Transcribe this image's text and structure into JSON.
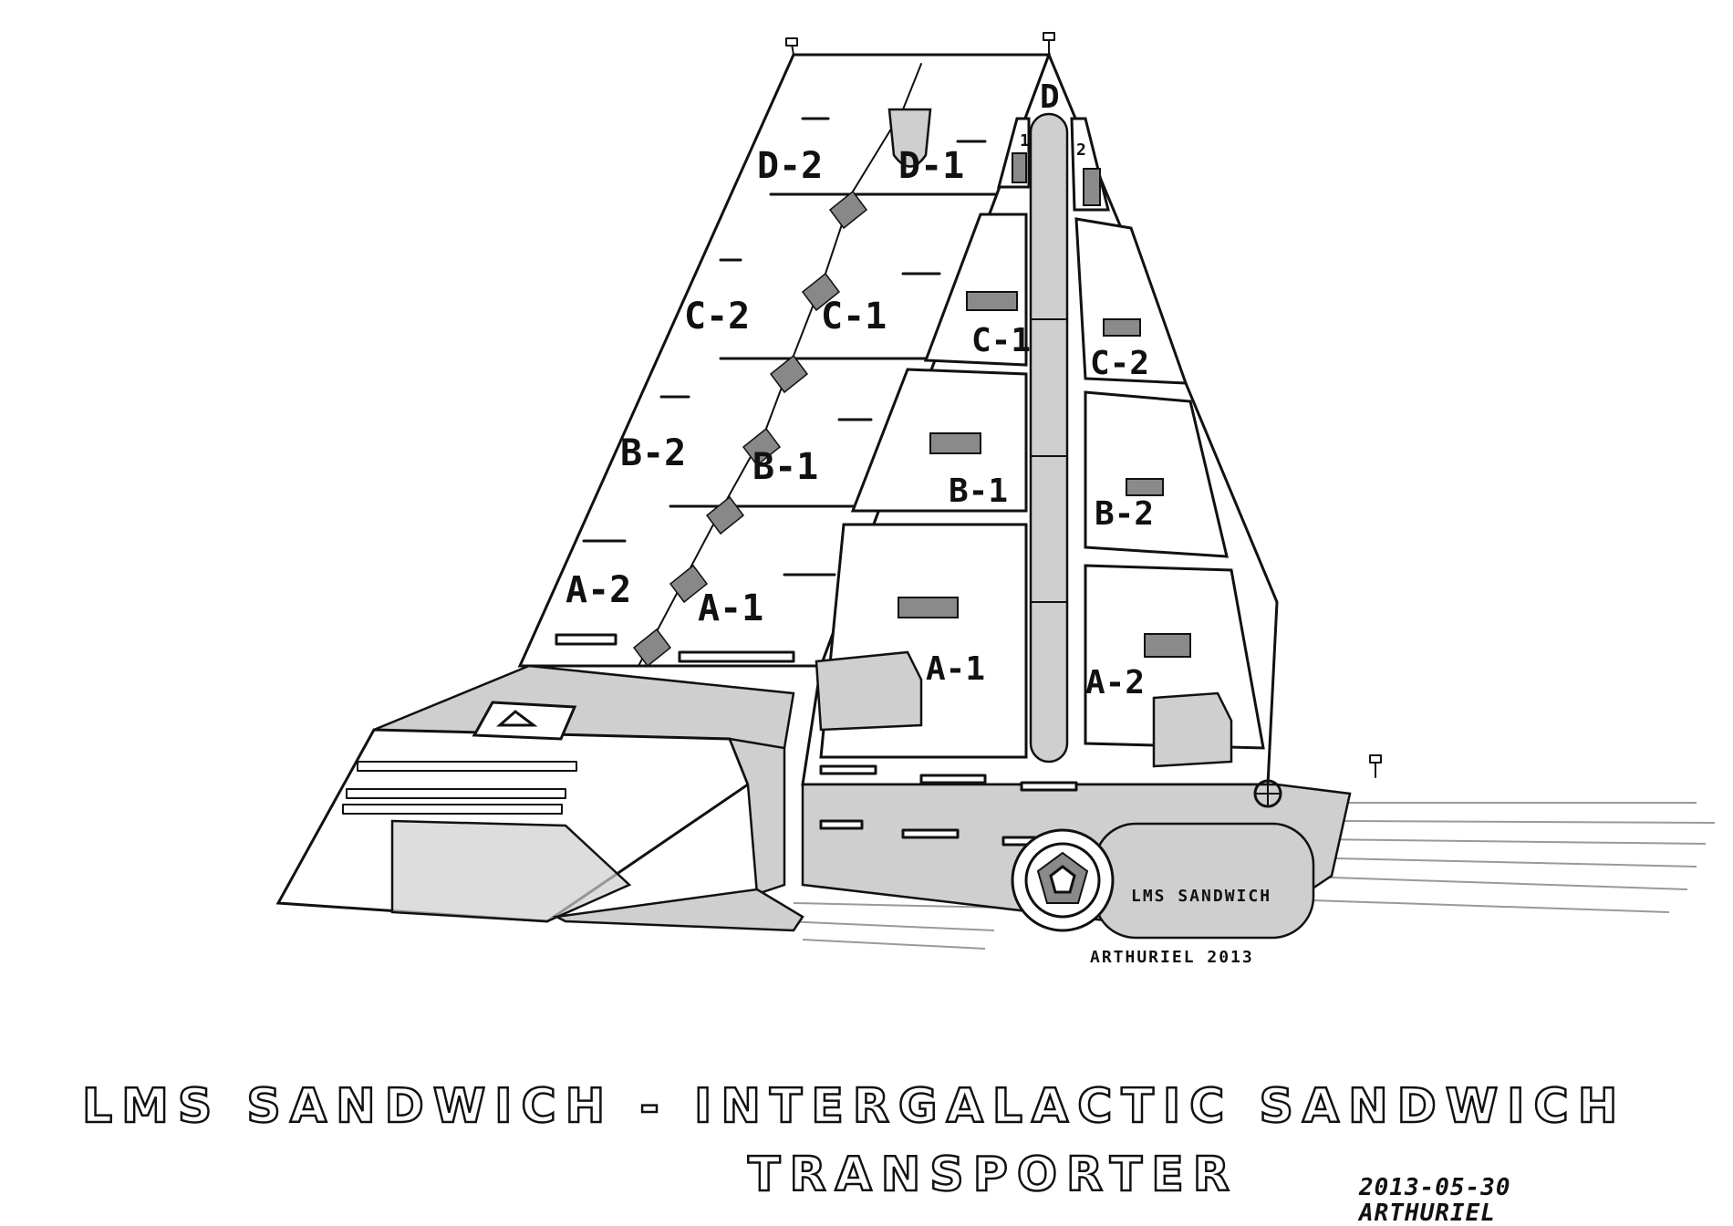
{
  "drawing": {
    "front_labels": [
      "D-2",
      "D-1",
      "C-2",
      "C-1",
      "B-2",
      "B-1",
      "A-2",
      "A-1"
    ],
    "side_left_labels": [
      "C-1",
      "B-1",
      "A-1"
    ],
    "side_right_labels": [
      "C-2",
      "B-2",
      "A-2"
    ],
    "apex_label": "D",
    "apex_side_numbers": [
      "1",
      "2"
    ],
    "engine_label": "LMS SANDWICH",
    "artist_signature": "ARTHURIEL 2013"
  },
  "caption": {
    "line1": "LMS SANDWICH - INTERGALACTIC SANDWICH",
    "line2": "TRANSPORTER"
  },
  "stamp": {
    "date": "2013-05-30",
    "author": "ARTHURIEL"
  },
  "colors": {
    "ink": "#111111",
    "paper": "#ffffff",
    "shading": "#cfcfcf"
  }
}
